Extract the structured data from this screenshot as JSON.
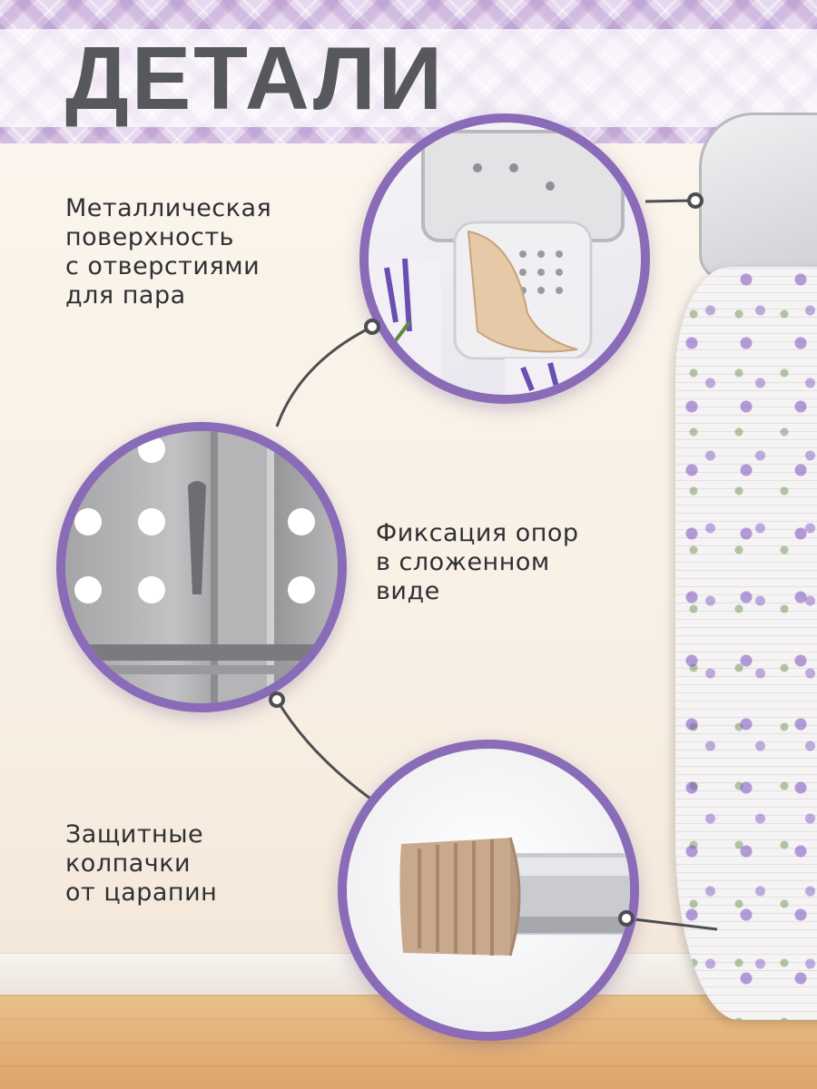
{
  "title": "ДЕТАЛИ",
  "features": [
    {
      "lines": [
        "Металлическая",
        "поверхность",
        "с отверстиями",
        "для пара"
      ]
    },
    {
      "lines": [
        "Фиксация опор",
        "в сложенном",
        "виде"
      ]
    },
    {
      "lines": [
        "Защитные",
        "колпачки",
        "от царапин"
      ]
    }
  ],
  "colors": {
    "accent": "#8a6bb8",
    "title": "#57585c",
    "text": "#2f3034",
    "cap_beige": "#c9a98e"
  },
  "icons": [
    "steam-plate-detail",
    "leg-lock-detail",
    "protective-cap-detail"
  ]
}
